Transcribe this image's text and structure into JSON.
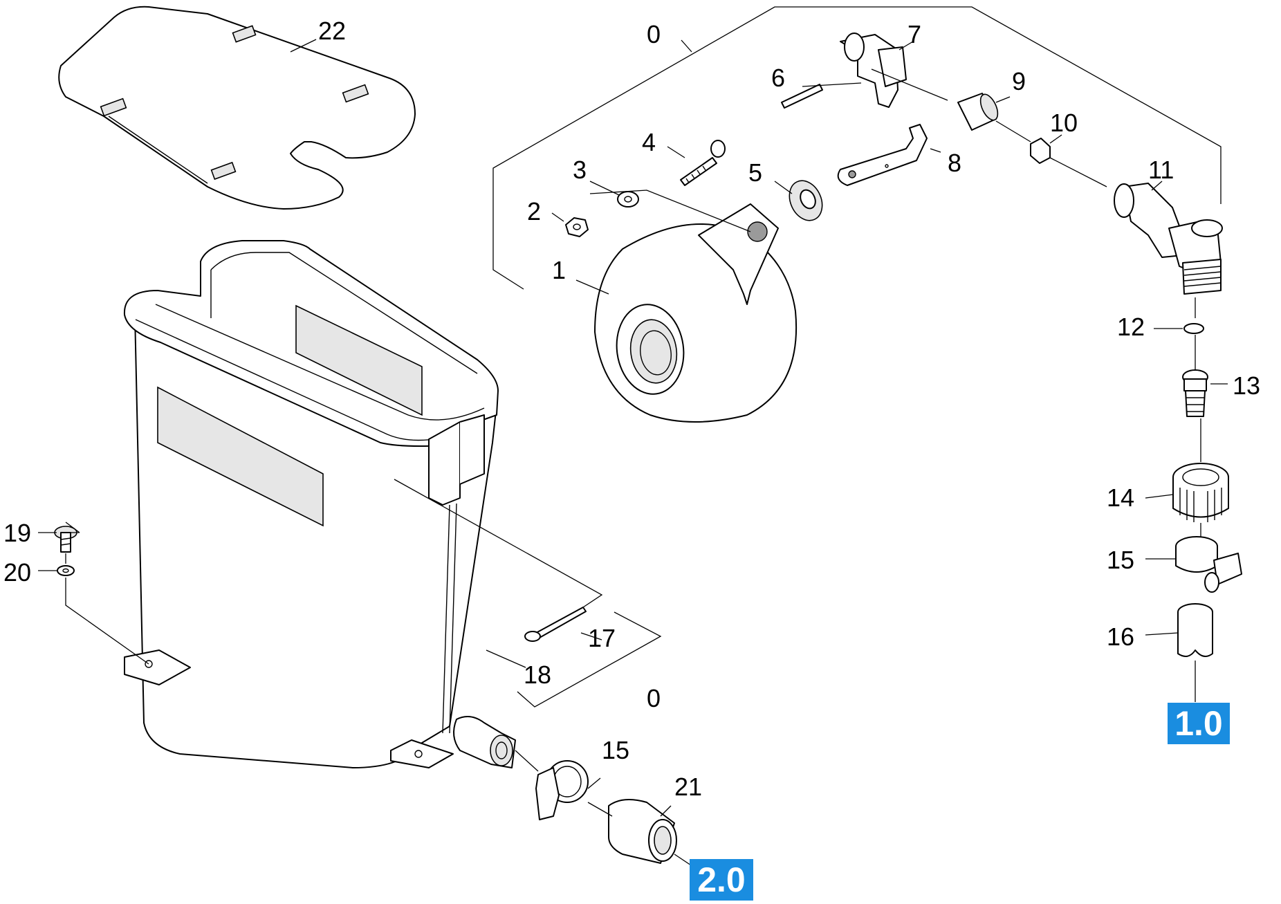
{
  "callouts": {
    "c0_top": "0",
    "c0_bottom": "0",
    "c1": "1",
    "c2": "2",
    "c3": "3",
    "c4": "4",
    "c5": "5",
    "c6": "6",
    "c7": "7",
    "c8": "8",
    "c9": "9",
    "c10": "10",
    "c11": "11",
    "c12": "12",
    "c13": "13",
    "c14": "14",
    "c15_right": "15",
    "c15_bottom": "15",
    "c16": "16",
    "c17": "17",
    "c18": "18",
    "c19": "19",
    "c20": "20",
    "c21": "21",
    "c22": "22"
  },
  "references": {
    "ref_1": "1.0",
    "ref_2": "2.0"
  },
  "colors": {
    "reference_badge": "#1a8de0",
    "line": "#000000",
    "background": "#ffffff"
  }
}
